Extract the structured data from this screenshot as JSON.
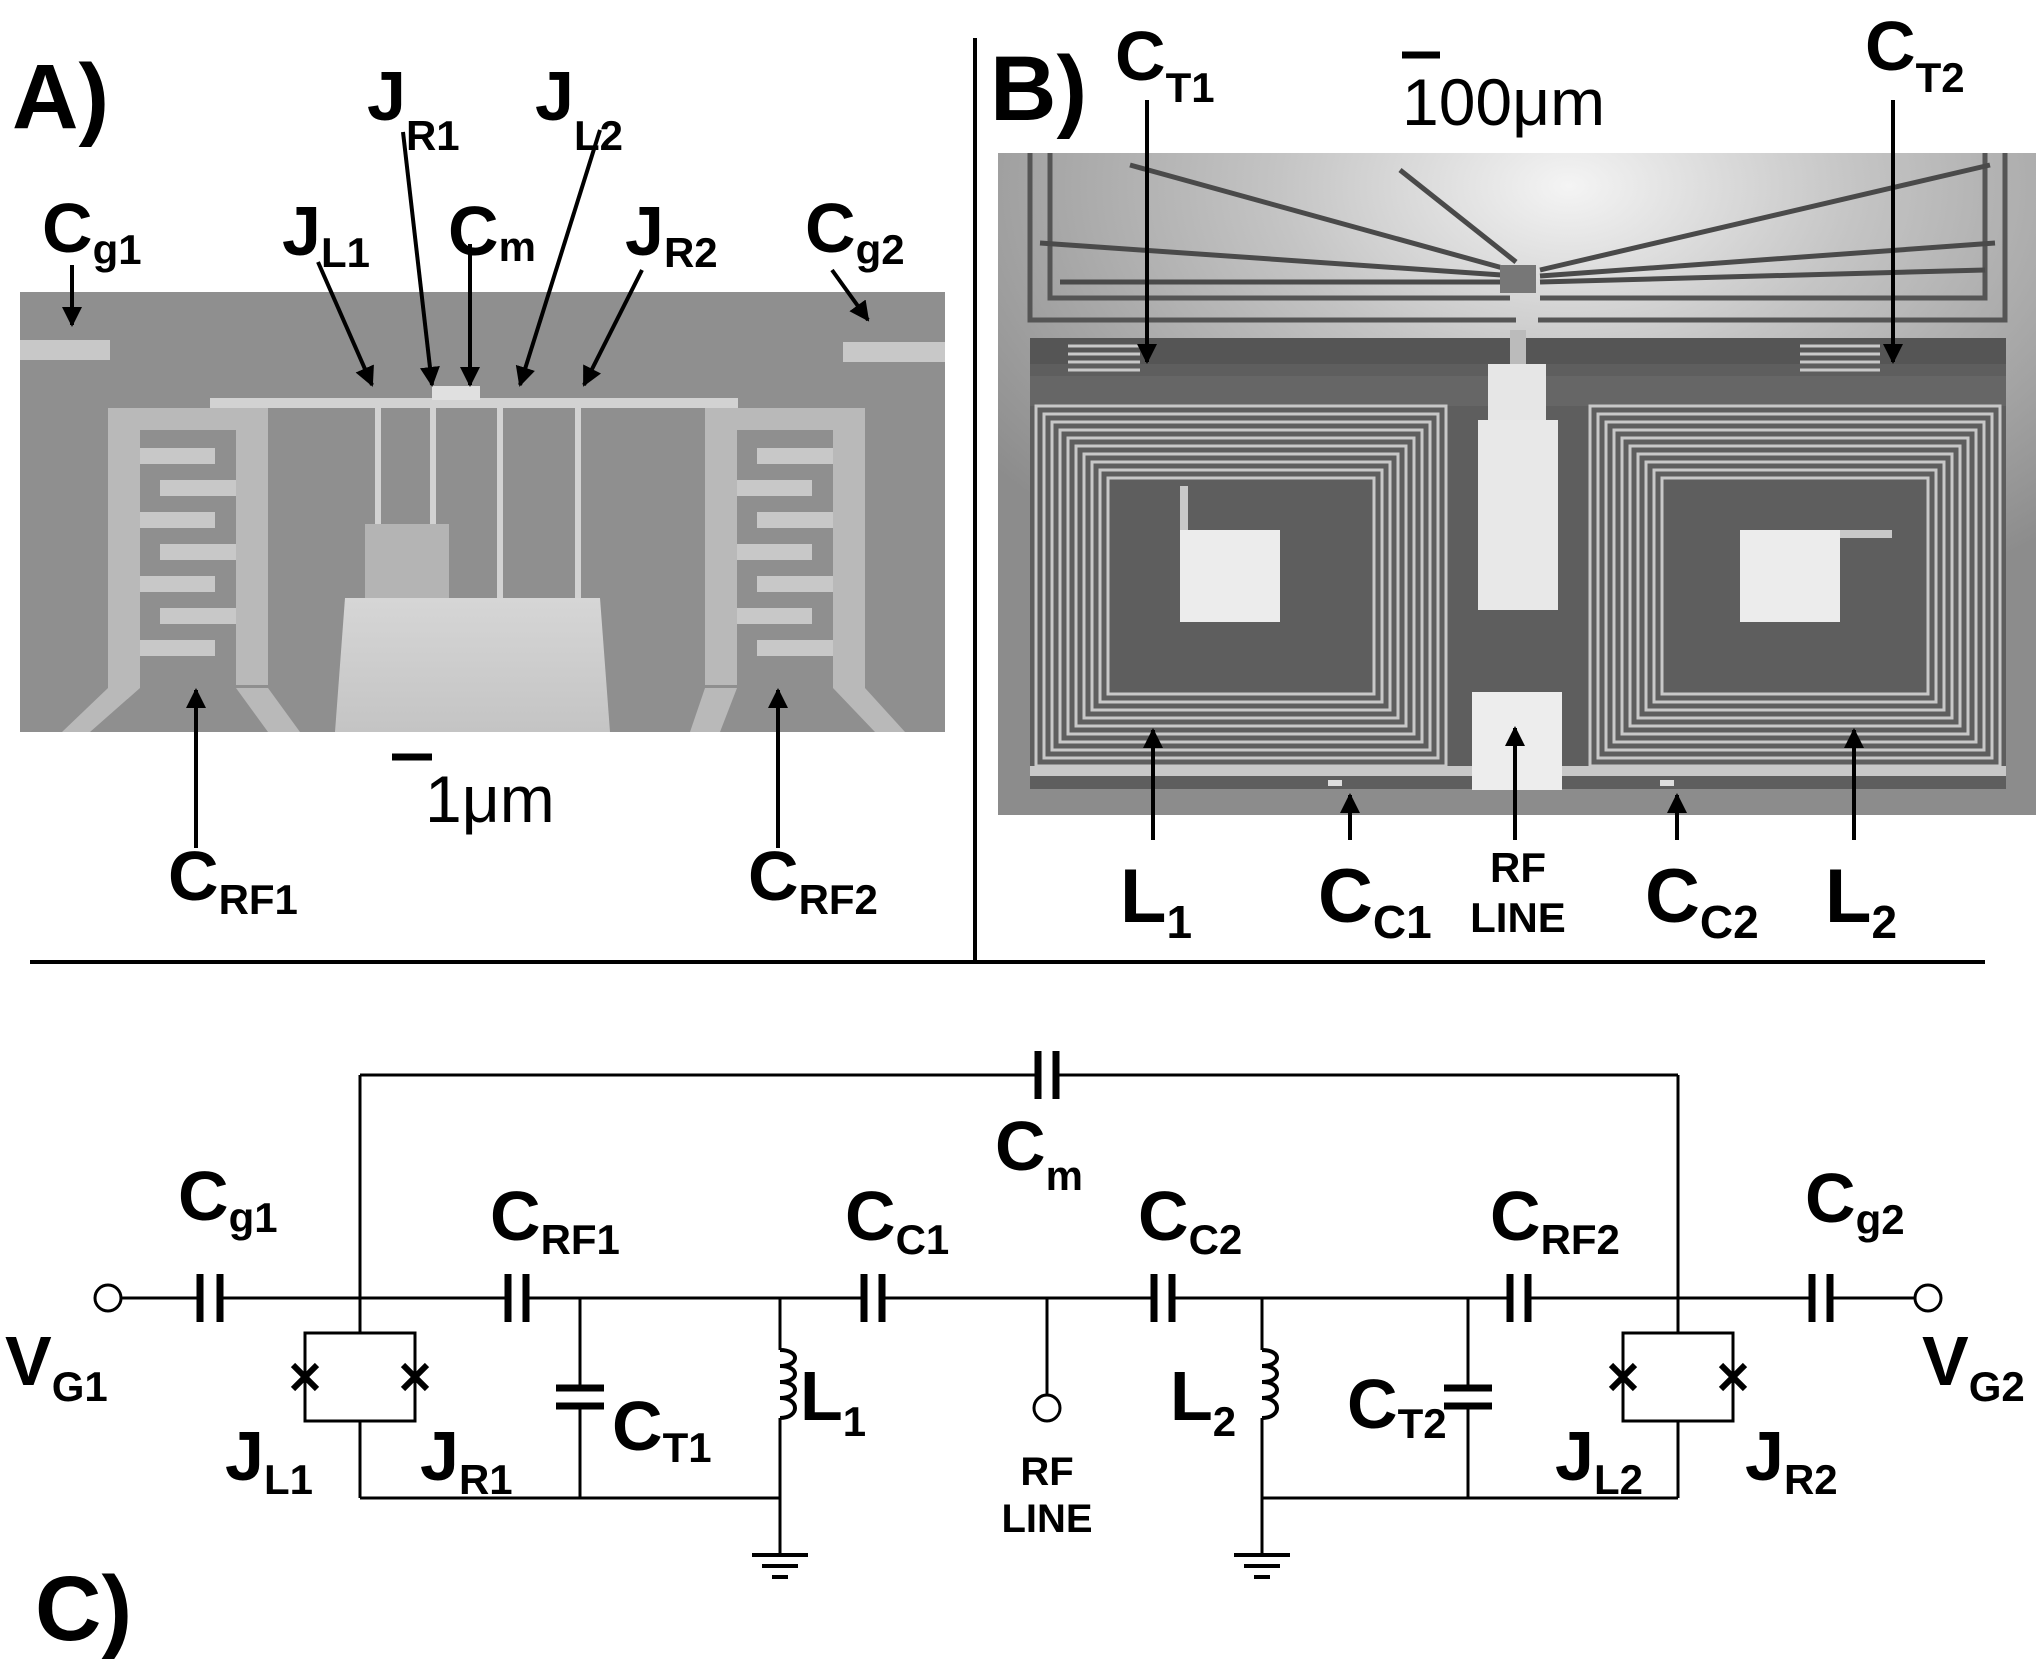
{
  "panels": {
    "a": "A)",
    "b": "B)",
    "c": "C)"
  },
  "sem_a": {
    "scale_num": "1",
    "scale_unit": "μm",
    "labels": {
      "cg1": {
        "main": "C",
        "sub": "g1"
      },
      "cg2": {
        "main": "C",
        "sub": "g2"
      },
      "jl1": {
        "main": "J",
        "sub": "L1"
      },
      "jr1": {
        "main": "J",
        "sub": "R1"
      },
      "cm": {
        "main": "C",
        "sub": "m"
      },
      "jl2": {
        "main": "J",
        "sub": "L2"
      },
      "jr2": {
        "main": "J",
        "sub": "R2"
      },
      "crf1": {
        "main": "C",
        "sub": "RF1"
      },
      "crf2": {
        "main": "C",
        "sub": "RF2"
      }
    }
  },
  "sem_b": {
    "scale_num": "100",
    "scale_unit": "μm",
    "labels": {
      "ct1": {
        "main": "C",
        "sub": "T1"
      },
      "ct2": {
        "main": "C",
        "sub": "T2"
      },
      "l1": {
        "main": "L",
        "sub": "1"
      },
      "cc1": {
        "main": "C",
        "sub": "C1"
      },
      "rf_line_1": "RF",
      "rf_line_2": "LINE",
      "cc2": {
        "main": "C",
        "sub": "C2"
      },
      "l2": {
        "main": "L",
        "sub": "2"
      }
    }
  },
  "circuit": {
    "labels": {
      "vg1": {
        "main": "V",
        "sub": "G1"
      },
      "vg2": {
        "main": "V",
        "sub": "G2"
      },
      "cg1": {
        "main": "C",
        "sub": "g1"
      },
      "crf1": {
        "main": "C",
        "sub": "RF1"
      },
      "cc1": {
        "main": "C",
        "sub": "C1"
      },
      "cm": {
        "main": "C",
        "sub": "m"
      },
      "cc2": {
        "main": "C",
        "sub": "C2"
      },
      "crf2": {
        "main": "C",
        "sub": "RF2"
      },
      "cg2": {
        "main": "C",
        "sub": "g2"
      },
      "jl1": {
        "main": "J",
        "sub": "L1"
      },
      "jr1": {
        "main": "J",
        "sub": "R1"
      },
      "ct1": {
        "main": "C",
        "sub": "T1"
      },
      "l1": {
        "main": "L",
        "sub": "1"
      },
      "l2": {
        "main": "L",
        "sub": "2"
      },
      "ct2": {
        "main": "C",
        "sub": "T2"
      },
      "jl2": {
        "main": "J",
        "sub": "L2"
      },
      "jr2": {
        "main": "J",
        "sub": "R2"
      },
      "rf_line_1": "RF",
      "rf_line_2": "LINE"
    }
  }
}
